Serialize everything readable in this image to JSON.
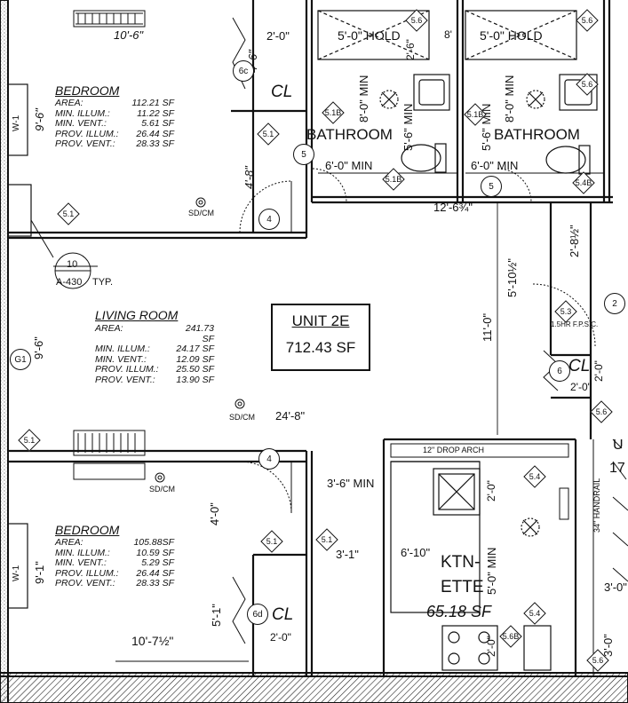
{
  "unit": {
    "name": "UNIT 2E",
    "area": "712.43 SF"
  },
  "bedroom_top": {
    "title": "BEDROOM",
    "stats": [
      {
        "k": "AREA:",
        "v": "112.21 SF"
      },
      {
        "k": "MIN. ILLUM.:",
        "v": "11.22  SF"
      },
      {
        "k": "MIN. VENT.:",
        "v": "5.61  SF"
      },
      {
        "k": "PROV. ILLUM.:",
        "v": "26.44  SF"
      },
      {
        "k": "PROV. VENT.:",
        "v": "28.33  SF"
      }
    ],
    "width": "10'-6\"",
    "height": "9'-6\"",
    "door_dim": "4'-8\"",
    "sd": "SD/CM"
  },
  "living": {
    "title": "LIVING ROOM",
    "stats": [
      {
        "k": "AREA:",
        "v": "241.73 SF"
      },
      {
        "k": "MIN. ILLUM.:",
        "v": "24.17  SF"
      },
      {
        "k": "MIN. VENT.:",
        "v": "12.09  SF"
      },
      {
        "k": "PROV. ILLUM.:",
        "v": "25.50  SF"
      },
      {
        "k": "PROV. VENT.:",
        "v": "13.90  SF"
      }
    ],
    "width": "24'-8\"",
    "height": "9'-6\"",
    "depth": "11'-0\"",
    "sd": "SD/CM",
    "callout_num": "10",
    "callout_ref": "A-430",
    "callout_suffix": "TYP."
  },
  "bedroom_bottom": {
    "title": "BEDROOM",
    "stats": [
      {
        "k": "AREA:",
        "v": "105.88SF"
      },
      {
        "k": "MIN. ILLUM.:",
        "v": "10.59  SF"
      },
      {
        "k": "MIN. VENT.:",
        "v": "5.29  SF"
      },
      {
        "k": "PROV. ILLUM.:",
        "v": "26.44  SF"
      },
      {
        "k": "PROV. VENT.:",
        "v": "28.33  SF"
      }
    ],
    "width": "10'-7½\"",
    "height": "9'-1\"",
    "door_dim": "4'-0\"",
    "closet_dim": "5'-1\"",
    "sd": "SD/CM"
  },
  "bathrooms": [
    {
      "title": "BATHROOM",
      "hold": "5'-0\" HOLD",
      "min_w": "6'-0\" MIN",
      "min_h": "8'-0\" MIN",
      "min_h2": "5'-6\" MIN"
    },
    {
      "title": "BATHROOM",
      "hold": "5'-0\" HOLD",
      "min_w": "6'-0\" MIN",
      "min_h": "8'-0\" MIN",
      "min_h2": "5'-6\" MIN"
    }
  ],
  "closets": [
    {
      "label": "CL",
      "dim": "2'-0\"",
      "dim2": "4'-6\""
    },
    {
      "label": "CL",
      "dim": "2'-0\""
    },
    {
      "label": "CL",
      "dim": "2'-0\"",
      "dim2": "2'-0\""
    }
  ],
  "kitchenette": {
    "title_1": "KTN-",
    "title_2": "ETTE",
    "area": "65.18 SF",
    "drop_arch": "12\" DROP ARCH",
    "min_w": "3'-6\" MIN",
    "width": "6'-10\"",
    "min_h": "5'-0\" MIN",
    "cab": "2'-0\"",
    "cab2": "2'-0\"",
    "dim": "3'-1\""
  },
  "corridor": {
    "dim_1": "12'-6¾\"",
    "dim_2": "5'-10½\"",
    "dim_3": "2'-8½\"",
    "fpsc": "1.5HR F.P.S.C.",
    "handrail": "34\" HANDRAIL",
    "dim_4": "3'-0\"",
    "dim_5": "3'-0\"",
    "partial": "U",
    "partial2": "17"
  },
  "tags": {
    "t4": "4",
    "t5": "5",
    "t2": "2",
    "t6": "6",
    "t6c": "6c",
    "t6d": "6d",
    "t51": "5.1",
    "t53": "5.3",
    "t54": "5.4",
    "t56": "5.6",
    "t5a": "5.6B",
    "t5b": "5.1B",
    "t5c": "5.1B",
    "t5d": "5.4B",
    "t6a": "5.6",
    "w1": "W-1",
    "g1": "G1"
  },
  "doors": {
    "hold_mark_1": "8'",
    "hold_mark_2": "2'-6\""
  }
}
